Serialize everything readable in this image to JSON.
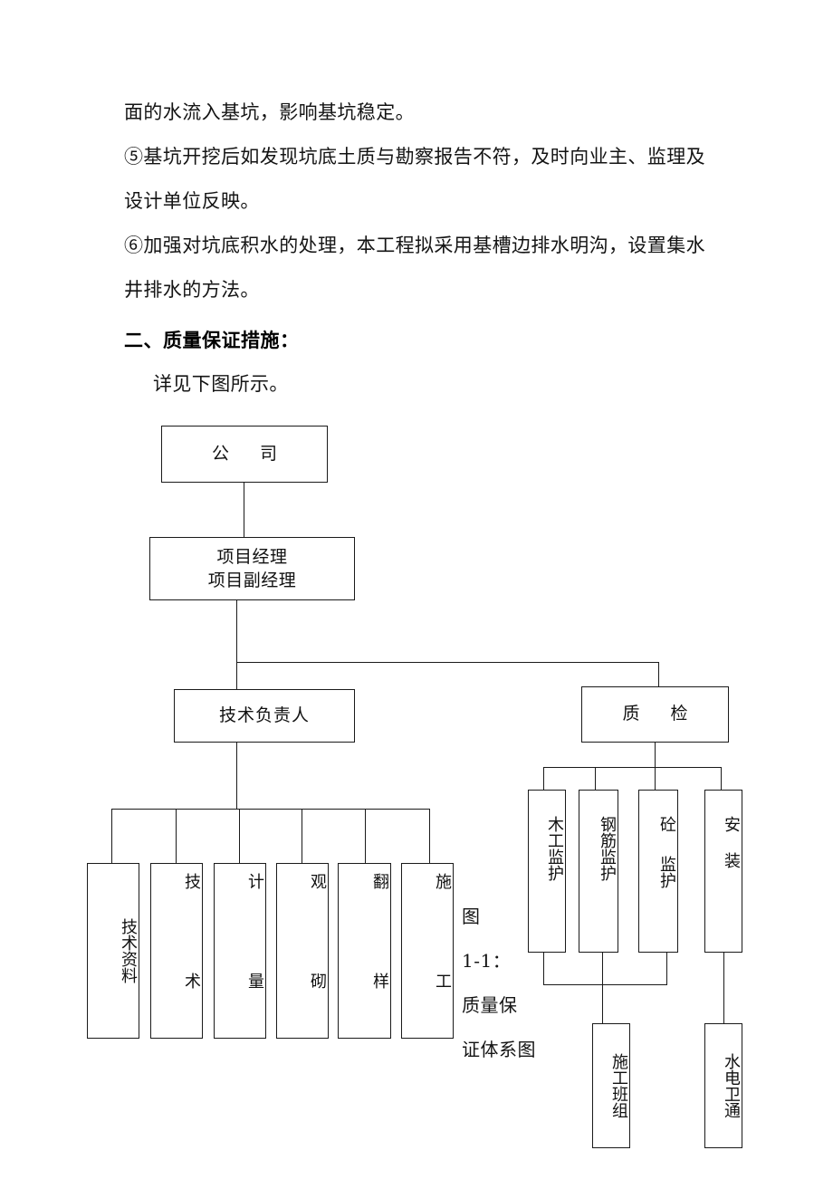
{
  "document": {
    "paragraphs": [
      "面的水流入基坑，影响基坑稳定。",
      "⑤基坑开挖后如发现坑底土质与勘察报告不符，及时向业主、监理及",
      "设计单位反映。",
      "⑥加强对坑底积水的处理，本工程拟采用基槽边排水明沟，设置集水",
      "井排水的方法。"
    ],
    "heading": "二、质量保证措施：",
    "subnote": "详见下图所示。"
  },
  "figure": {
    "caption_lines": [
      "图",
      "1-1：",
      "质量保",
      "证体系图"
    ],
    "caption_full": "图 1-1：质量保证体系图"
  },
  "chart_data": {
    "type": "diagram",
    "title": "图 1-1：质量保证体系图",
    "nodes": [
      {
        "id": "company",
        "label": "公  司",
        "level": 0
      },
      {
        "id": "pm",
        "label": "项目经理\n项目副经理",
        "level": 1
      },
      {
        "id": "tech_lead",
        "label": "技术负责人",
        "level": 2
      },
      {
        "id": "qc",
        "label": "质  检",
        "level": 2
      },
      {
        "id": "t1",
        "label": "技术资料",
        "level": 3,
        "parent": "tech_lead"
      },
      {
        "id": "t2",
        "label": "技术",
        "level": 3,
        "parent": "tech_lead"
      },
      {
        "id": "t3",
        "label": "计量",
        "level": 3,
        "parent": "tech_lead"
      },
      {
        "id": "t4",
        "label": "观砌",
        "level": 3,
        "parent": "tech_lead"
      },
      {
        "id": "t5",
        "label": "翻样",
        "level": 3,
        "parent": "tech_lead"
      },
      {
        "id": "t6",
        "label": "施工",
        "level": 3,
        "parent": "tech_lead"
      },
      {
        "id": "q1",
        "label": "木工监护",
        "level": 3,
        "parent": "qc"
      },
      {
        "id": "q2",
        "label": "钢筋监护",
        "level": 3,
        "parent": "qc"
      },
      {
        "id": "q3",
        "label": "砼监护",
        "level": 3,
        "parent": "qc"
      },
      {
        "id": "q4",
        "label": "安装",
        "level": 3,
        "parent": "qc"
      },
      {
        "id": "crew",
        "label": "施工班组",
        "level": 4,
        "parent": "q1,q2,q3"
      },
      {
        "id": "mep",
        "label": "水电卫通",
        "level": 4,
        "parent": "q4"
      }
    ],
    "node_labels": {
      "company": "公  司",
      "pm_line1": "项目经理",
      "pm_line2": "项目副经理",
      "tech_lead": "技术负责人",
      "qc": "质  检",
      "t1": "技术资料",
      "t2_a": "技",
      "t2_b": "术",
      "t3_a": "计",
      "t3_b": "量",
      "t4_a": "观",
      "t4_b": "砌",
      "t5_a": "翻",
      "t5_b": "样",
      "t6_a": "施",
      "t6_b": "工",
      "q1_a": "木工",
      "q1_b": "监护",
      "q2_a": "钢筋",
      "q2_b": "监护",
      "q3_a": "砼",
      "q3_b": "监护",
      "q4_a": "安",
      "q4_b": "装",
      "crew": "施工班组",
      "mep": "水电卫通"
    }
  },
  "colors": {
    "ink": "#111111",
    "rule": "#1a1a1a",
    "paper": "#ffffff"
  }
}
